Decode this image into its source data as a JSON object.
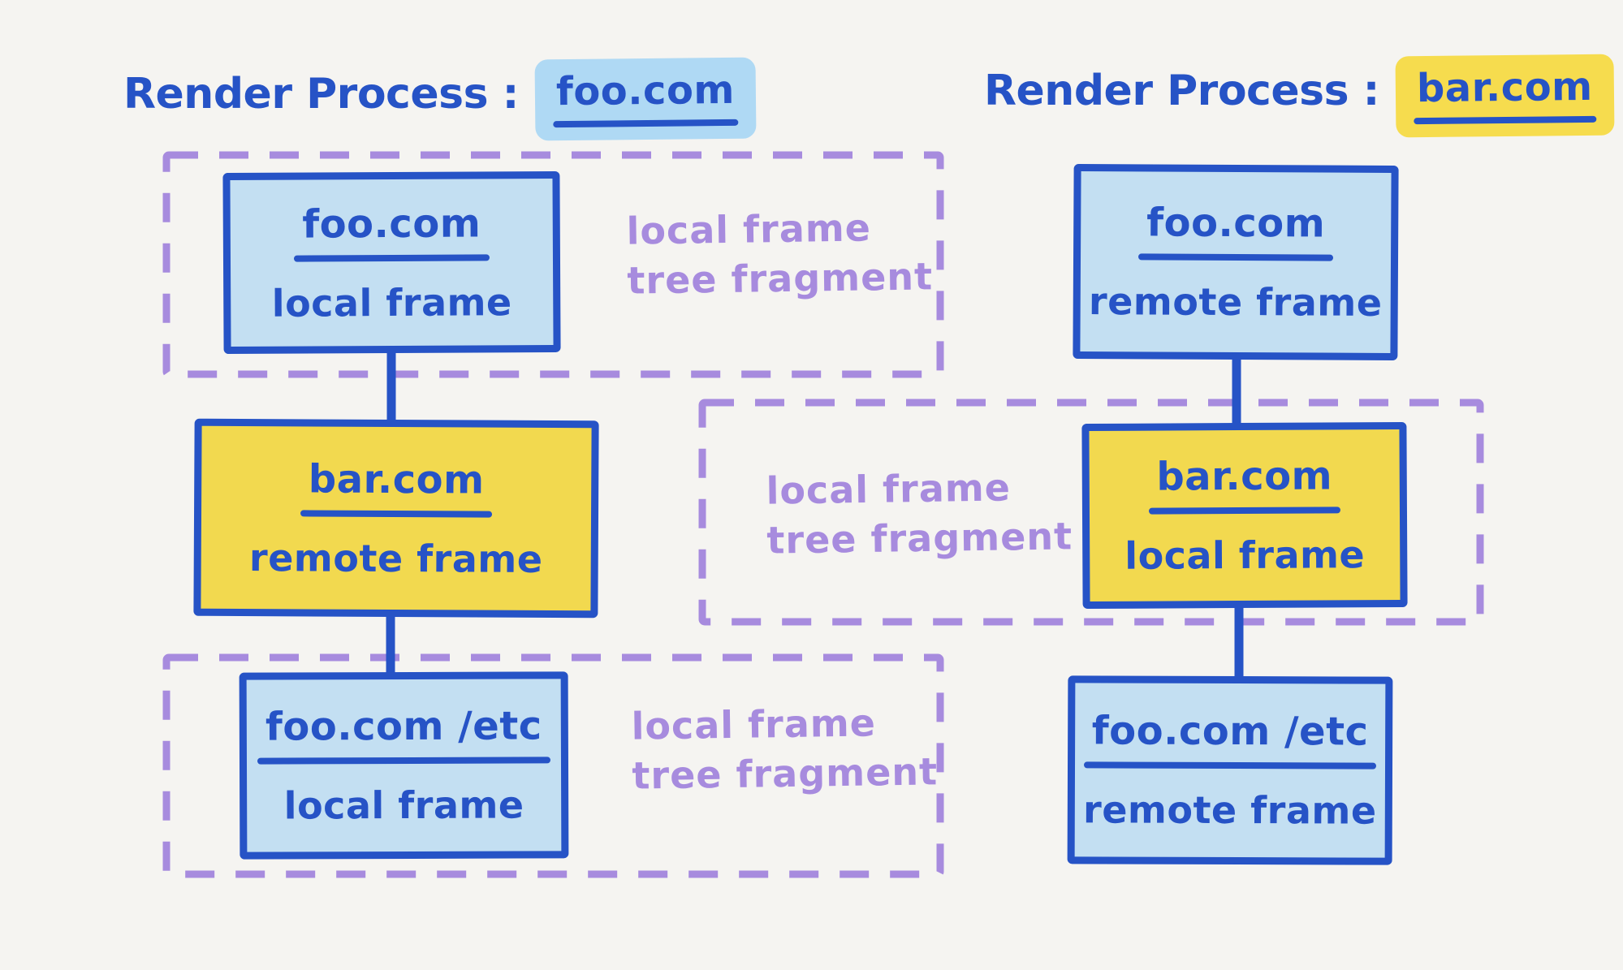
{
  "colors": {
    "background": "#F5F4F1",
    "ink_blue": "#2653C6",
    "fill_blue": "#C3DFF2",
    "hl_blue": "#AFD9F4",
    "fill_yellow": "#F2D94F",
    "hl_yellow": "#F6DC4E",
    "purple": "#A78BDE"
  },
  "left": {
    "title_prefix": "Render Process :",
    "title_site": "foo.com",
    "node1": {
      "site": "foo.com",
      "type": "local frame"
    },
    "node2": {
      "site": "bar.com",
      "type": "remote frame"
    },
    "node3": {
      "site": "foo.com /etc",
      "type": "local frame"
    },
    "fragment1_label": {
      "line1": "local frame",
      "line2": "tree fragment"
    },
    "fragment2_label": {
      "line1": "local frame",
      "line2": "tree fragment"
    }
  },
  "right": {
    "title_prefix": "Render Process :",
    "title_site": "bar.com",
    "node1": {
      "site": "foo.com",
      "type": "remote frame"
    },
    "node2": {
      "site": "bar.com",
      "type": "local frame"
    },
    "node3": {
      "site": "foo.com /etc",
      "type": "remote frame"
    },
    "fragment_label": {
      "line1": "local frame",
      "line2": "tree fragment"
    }
  }
}
